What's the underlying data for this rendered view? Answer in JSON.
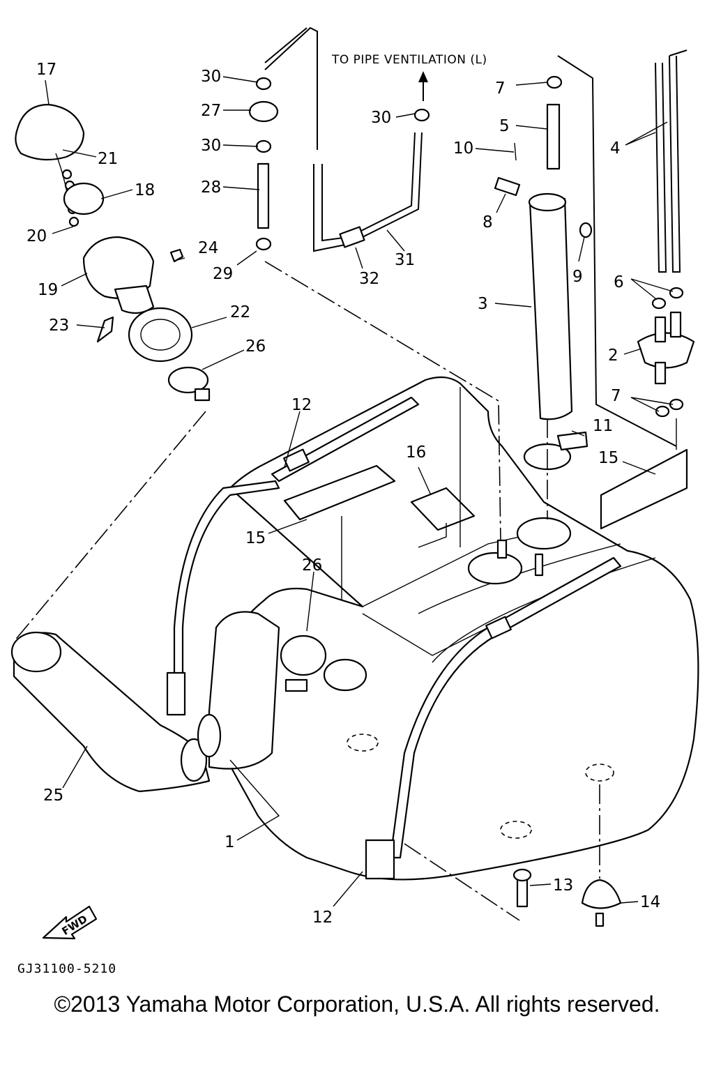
{
  "diagram": {
    "callouts": [
      "1",
      "2",
      "3",
      "4",
      "5",
      "6",
      "7",
      "8",
      "9",
      "10",
      "11",
      "12",
      "13",
      "14",
      "15",
      "16",
      "17",
      "18",
      "19",
      "20",
      "21",
      "22",
      "23",
      "24",
      "25",
      "26",
      "27",
      "28",
      "29",
      "30",
      "31",
      "32"
    ],
    "note": "TO PIPE VENTILATION (L)",
    "fwd_label": "FWD",
    "drawing_code": "GJ31100-5210"
  },
  "footer": {
    "copyright": "©2013 Yamaha Motor Corporation, U.S.A. All rights reserved."
  }
}
